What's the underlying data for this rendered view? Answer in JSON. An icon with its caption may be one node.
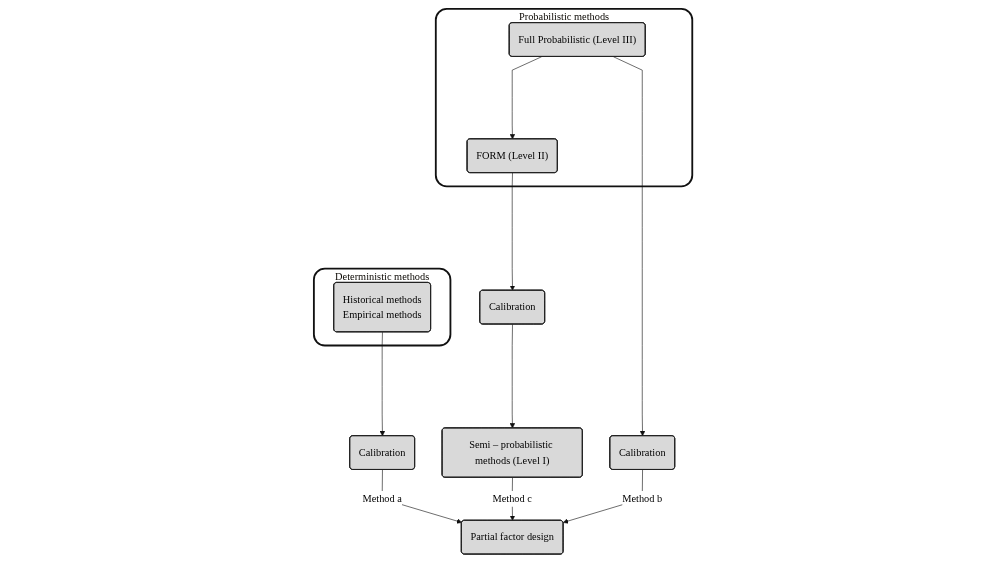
{
  "diagram": {
    "nodes": [
      {
        "text": [
          "Deterministic methods"
        ]
      },
      {
        "text": [
          "Historical methods",
          "Empirical methods"
        ],
        "in": 0
      },
      {
        "text": [
          "Probabilistic methods"
        ]
      },
      {
        "text": [
          "FORM (Level II)"
        ],
        "in": 2
      },
      {
        "text": [
          "Full Probabilistic (Level III)"
        ],
        "in": 2
      },
      {
        "text": [
          "Calibration"
        ]
      },
      {
        "text": [
          "Calibration"
        ]
      },
      {
        "text": [
          "Calibration"
        ]
      },
      {
        "text": [
          "Semi – probabilistic methods (Level I)"
        ]
      },
      {
        "text": [
          "Partial factor design"
        ]
      }
    ],
    "edges": [
      {
        "from": 4,
        "to": 3,
        "arrow": "to"
      },
      {
        "from": 1,
        "to": 5,
        "arrow": "to"
      },
      {
        "from": 3,
        "to": 6,
        "arrow": "to"
      },
      {
        "from": 4,
        "to": 7,
        "arrow": "to"
      },
      {
        "from": 6,
        "to": 8,
        "arrow": "to"
      },
      {
        "from": 5,
        "to": 9,
        "arrow": "to",
        "label": "Method a"
      },
      {
        "from": 8,
        "to": 9,
        "arrow": "to",
        "label": "Method c"
      },
      {
        "from": 7,
        "to": 9,
        "arrow": "to",
        "label": "Method b"
      }
    ]
  }
}
